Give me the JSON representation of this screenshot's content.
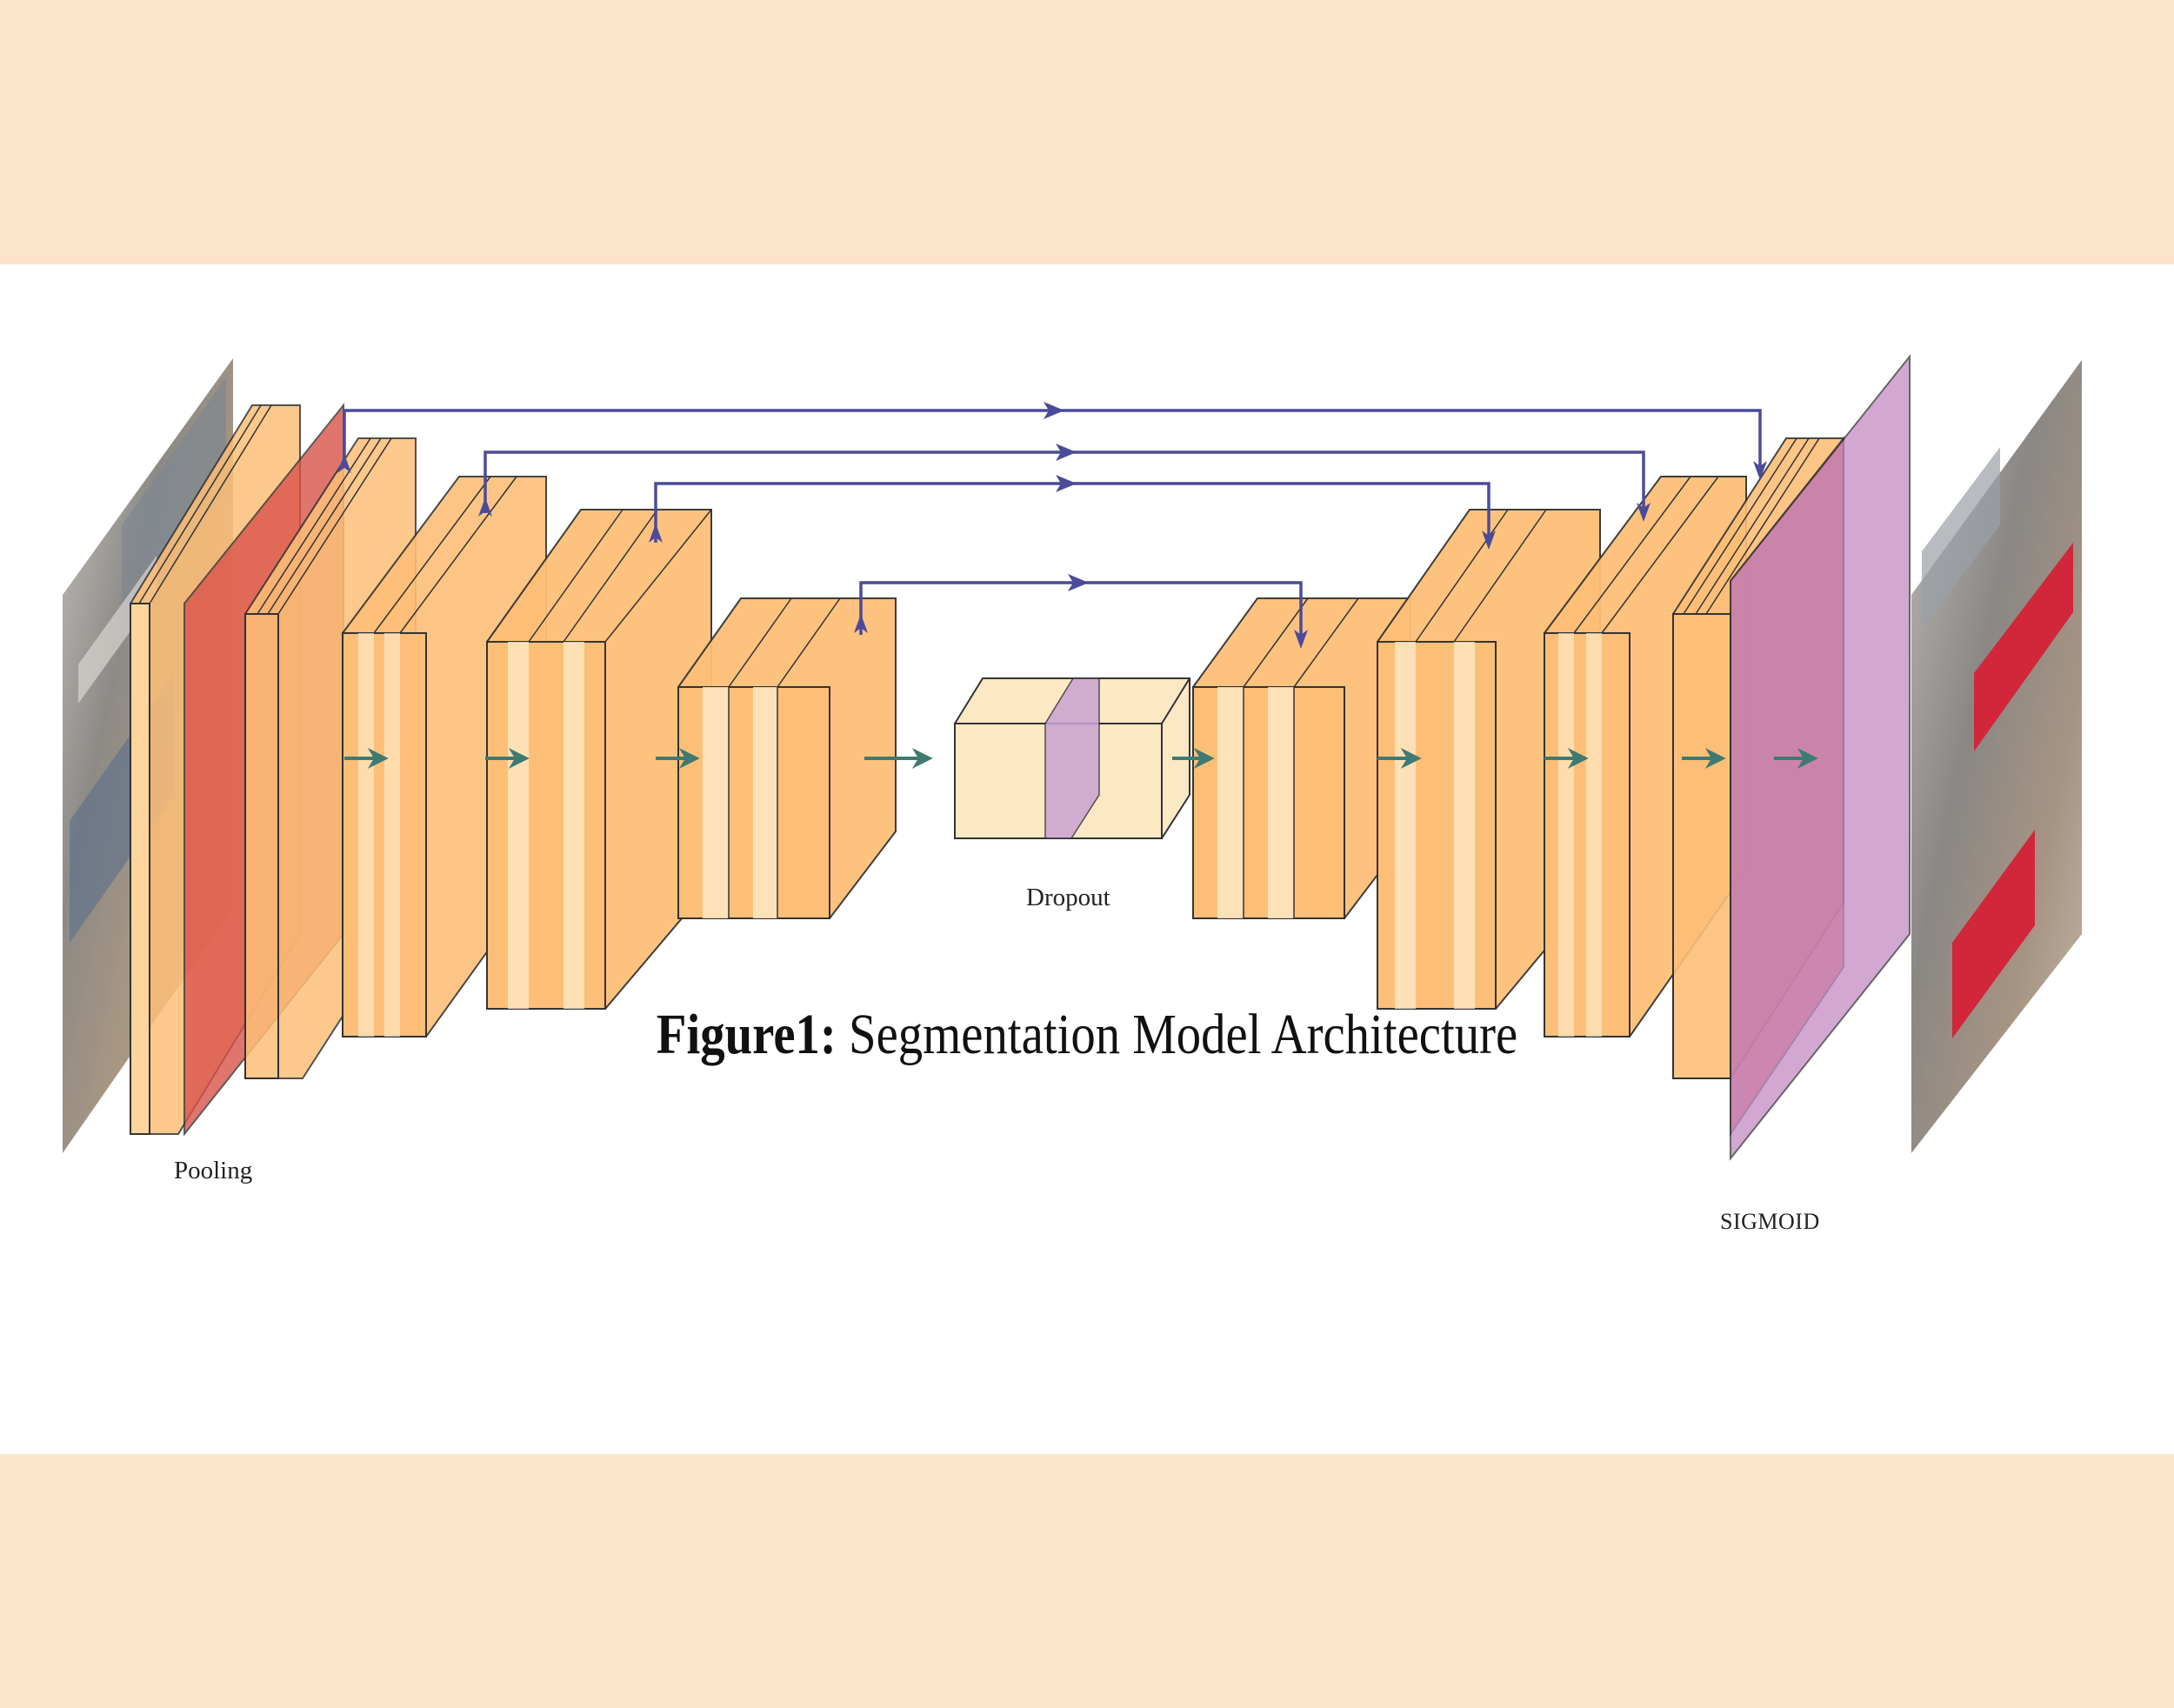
{
  "labels": {
    "pooling": "Pooling",
    "dropout": "Dropout",
    "sigmoid": "SIGMOID"
  },
  "caption": {
    "bold": "Figure1:",
    "text": " Segmentation Model Architecture"
  },
  "colors": {
    "background": "#fce4cc",
    "panel": "#ffffff",
    "block_fill": "#fdbf78",
    "block_light": "#fde8c4",
    "conv_red": "#d9534a",
    "sigmoid_purple": "#c48bc4",
    "skip_arrow": "#4b4b9a",
    "flow_arrow": "#3e7a72"
  }
}
